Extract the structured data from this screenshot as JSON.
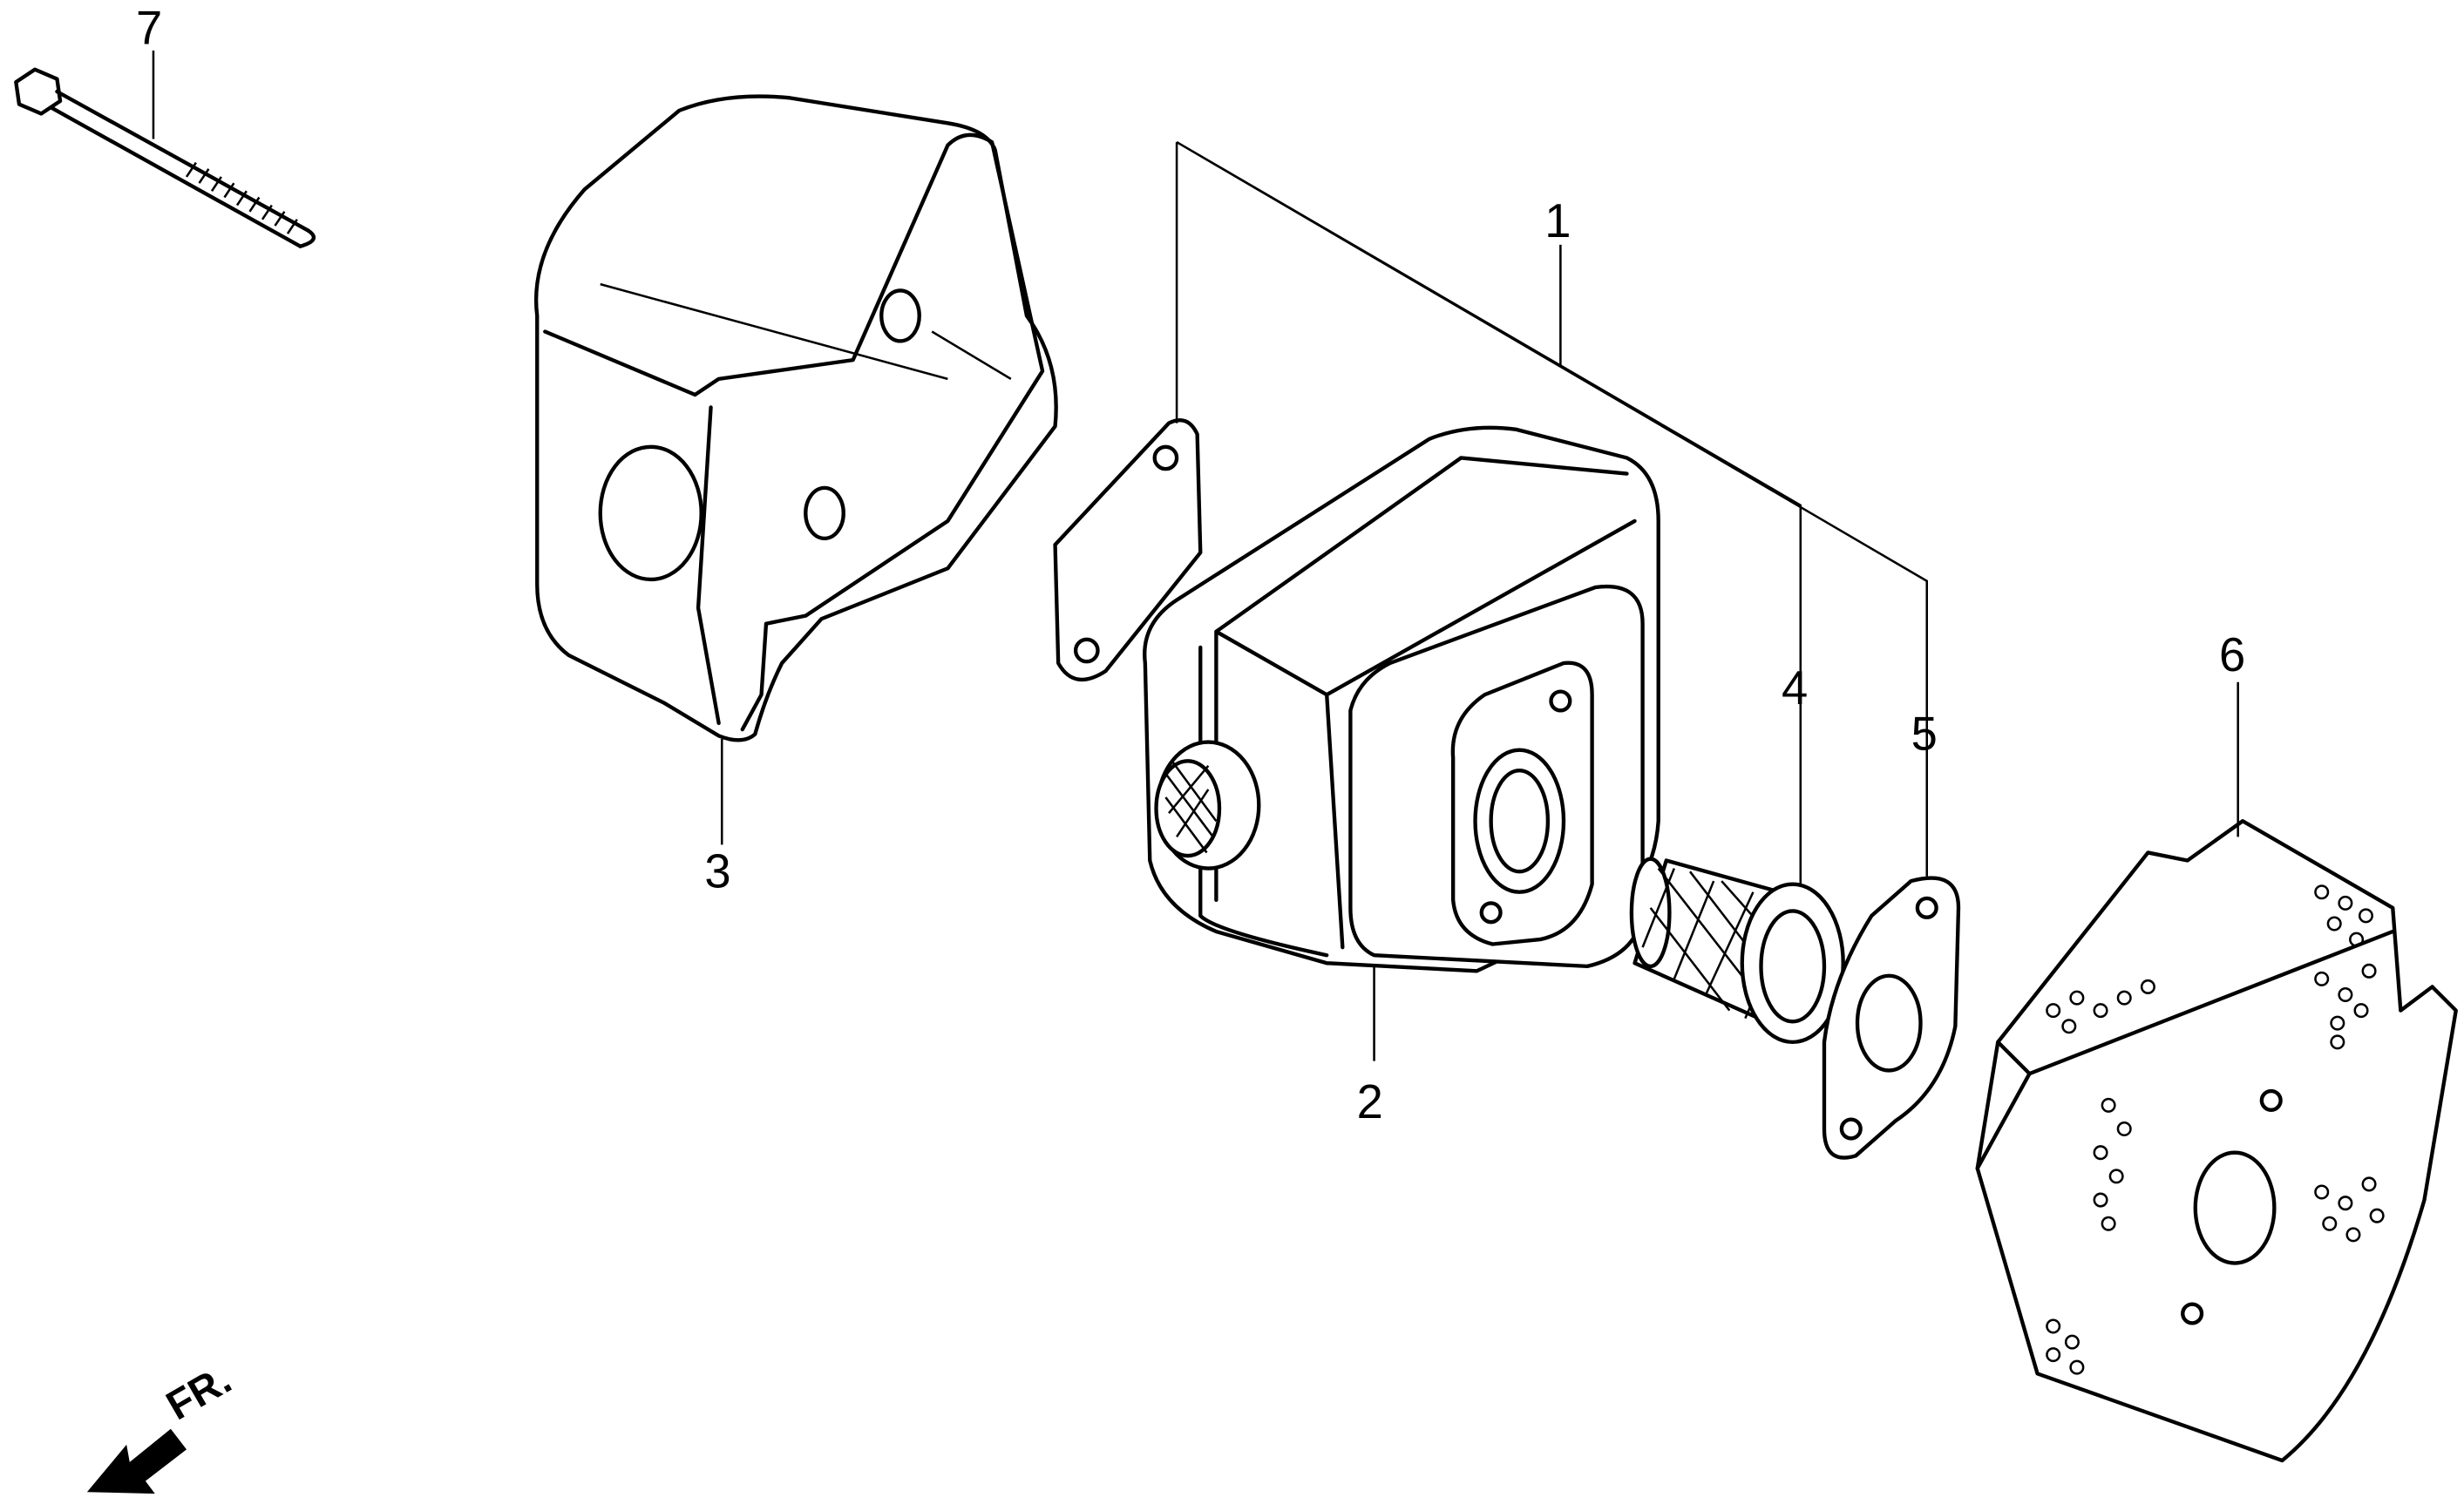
{
  "diagram": {
    "callouts": [
      {
        "id": "1",
        "label": "1"
      },
      {
        "id": "2",
        "label": "2"
      },
      {
        "id": "3",
        "label": "3"
      },
      {
        "id": "4",
        "label": "4"
      },
      {
        "id": "5",
        "label": "5"
      },
      {
        "id": "6",
        "label": "6"
      },
      {
        "id": "7",
        "label": "7"
      }
    ],
    "direction_label": "FR."
  }
}
